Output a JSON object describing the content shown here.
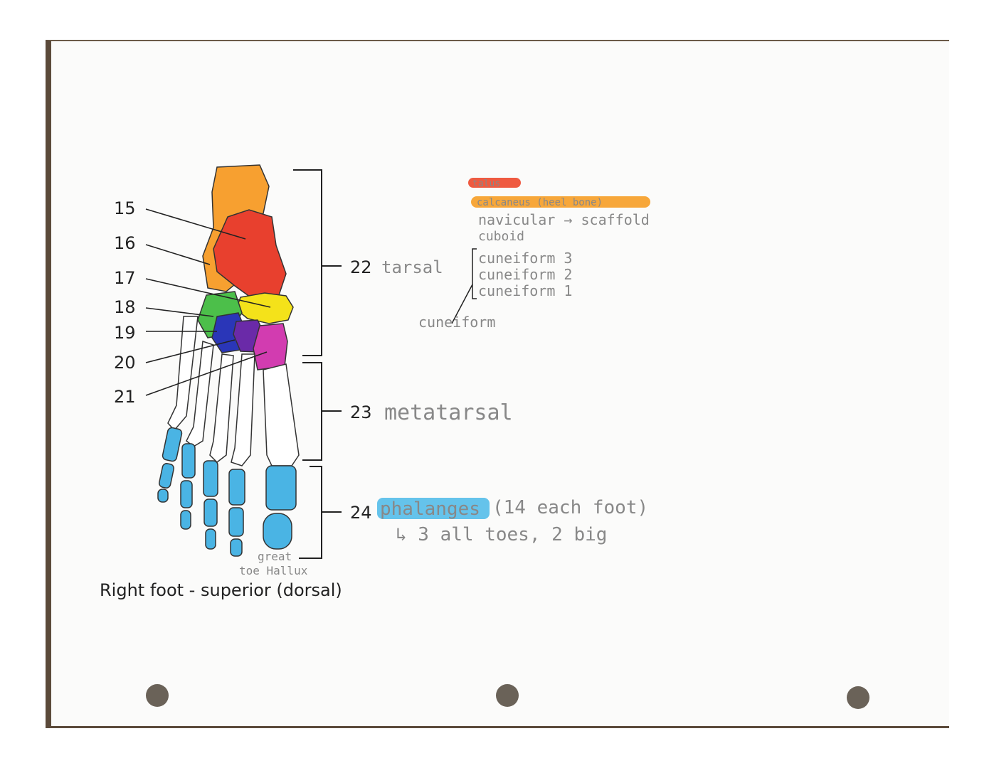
{
  "diagram": {
    "caption": "Right foot - superior (dorsal)",
    "bone_labels": [
      "15",
      "16",
      "17",
      "18",
      "19",
      "20",
      "21"
    ],
    "groups": [
      {
        "number": "22",
        "note": "tarsal"
      },
      {
        "number": "23",
        "note": "metatarsal"
      },
      {
        "number": "24",
        "note": "phalanges",
        "extra": "(14 each foot)"
      }
    ],
    "phalanges_subnote": "↳ 3 all toes, 2 big",
    "great_toe_note": [
      "great",
      "toe Hallux"
    ]
  },
  "notes": {
    "highlight_red": "talus",
    "highlight_orange": "calcaneus (heel bone)",
    "navicular": "navicular → scaffold",
    "cuboid": "cuboid",
    "cuneiforms": [
      "cuneiform 3",
      "cuneiform 2",
      "cuneiform 1"
    ],
    "cuneiform_group": "cuneiform"
  },
  "colors": {
    "calcaneus": "#f7a030",
    "talus": "#e8402e",
    "navicular": "#f4e21a",
    "cuboid": "#4cbf4a",
    "cuneiform_3": "#2a36b8",
    "cuneiform_2": "#6a2aa8",
    "cuneiform_1": "#d23cb0",
    "phalanges": "#4ab4e4"
  }
}
